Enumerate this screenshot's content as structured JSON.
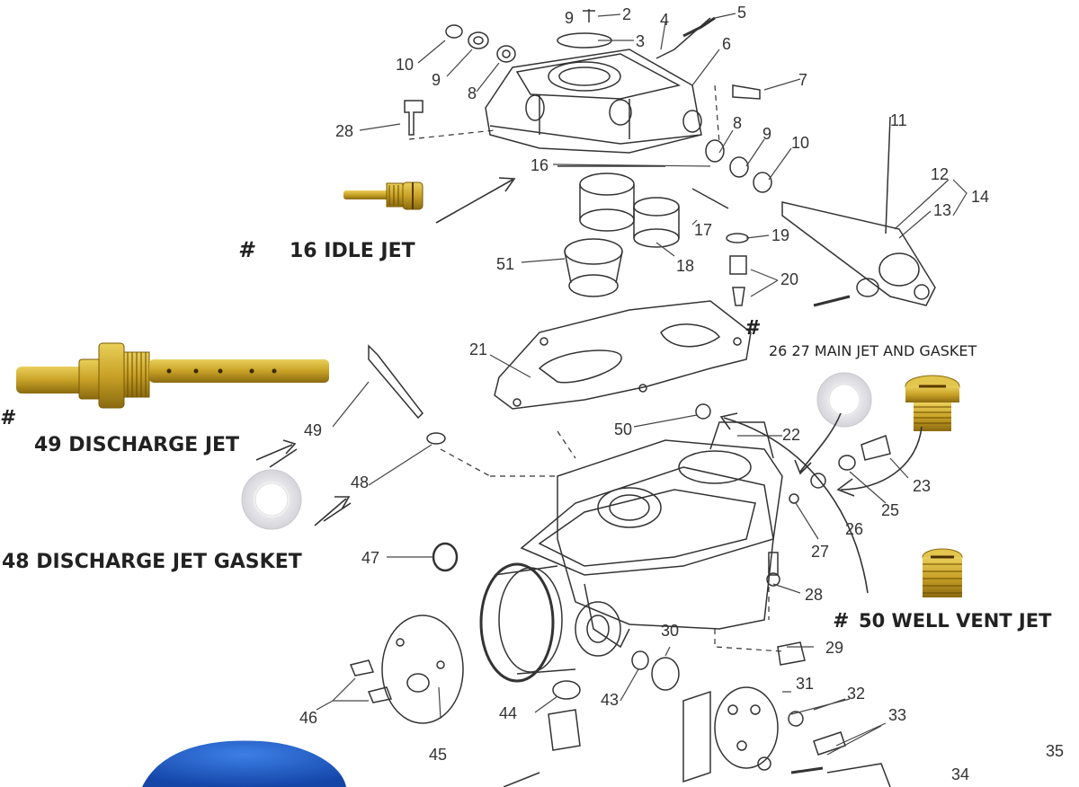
{
  "callouts": {
    "idle_jet": {
      "mark": "#",
      "text": "16  IDLE JET"
    },
    "main_jet": {
      "mark": "#",
      "text": "26 27 MAIN JET AND GASKET"
    },
    "discharge_jet": {
      "mark": "#",
      "text": "49  DISCHARGE JET"
    },
    "discharge_gasket": {
      "text": "48 DISCHARGE JET GASKET"
    },
    "well_vent_jet": {
      "mark": "#",
      "text": "50  WELL VENT JET"
    }
  },
  "part_numbers": [
    "9",
    "2",
    "4",
    "5",
    "3",
    "10",
    "9",
    "8",
    "6",
    "7",
    "28",
    "8",
    "9",
    "10",
    "11",
    "16",
    "12",
    "13",
    "14",
    "17",
    "19",
    "18",
    "51",
    "20",
    "21",
    "50",
    "22",
    "49",
    "48",
    "23",
    "25",
    "26",
    "27",
    "47",
    "28",
    "29",
    "30",
    "31",
    "32",
    "33",
    "44",
    "43",
    "46",
    "45",
    "34",
    "35"
  ],
  "colors": {
    "brass": "#c9a227",
    "brass_dark": "#8a6a10",
    "ink": "#333333",
    "gasket": "#e8e8ea",
    "blue": "#1f5fc8"
  }
}
